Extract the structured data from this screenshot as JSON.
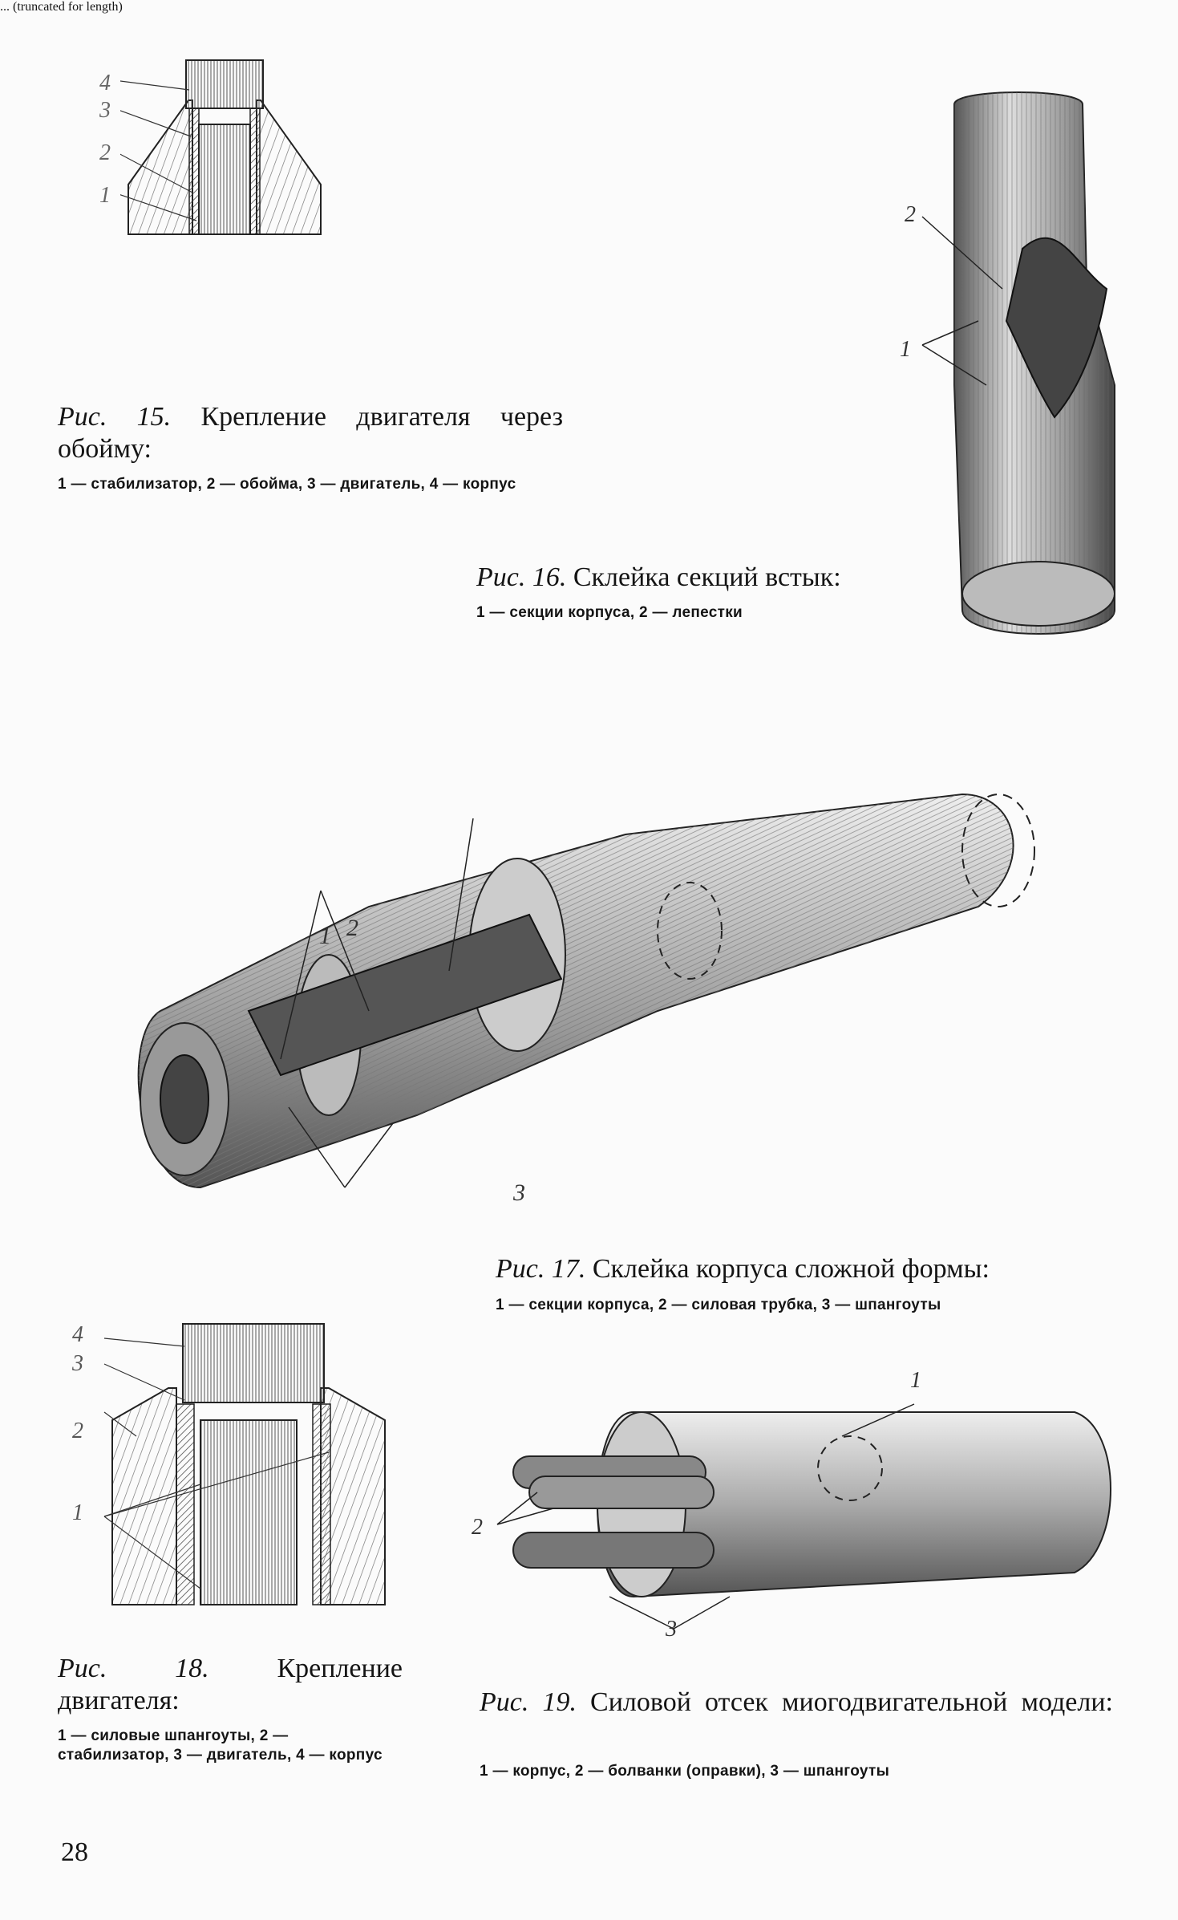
{
  "figures": [
    {
      "id": "fig15",
      "number": "Рис. 15.",
      "title": "Крепление двигателя через обойму:",
      "legend": "1 — стабилизатор, 2 — обойма, 3 — двигатель, 4 — корпус",
      "callouts": [
        "4",
        "3",
        "2",
        "1"
      ]
    },
    {
      "id": "fig16",
      "number": "Рис. 16.",
      "title": "Склейка секций встык:",
      "legend": "1 — секции корпуса, 2 — лепестки",
      "callouts": [
        "2",
        "1"
      ]
    },
    {
      "id": "fig17",
      "number": "Рис. 17.",
      "title": "Склейка корпуса сложной формы:",
      "legend": "1 — секции корпуса, 2 — силовая трубка, 3 — шпангоуты",
      "callouts": [
        "2",
        "1",
        "3"
      ]
    },
    {
      "id": "fig18",
      "number": "Рис. 18.",
      "title": "Крепление двигателя:",
      "legend": "1 — силовые шпангоуты, 2 — стабилизатор, 3 — двигатель, 4 — корпус",
      "callouts": [
        "4",
        "3",
        "2",
        "1"
      ]
    },
    {
      "id": "fig19",
      "number": "Рис. 19.",
      "title": "Силовой отсек миогодвигательной модели:",
      "legend": "1 — корпус, 2 — болванки (оправки), 3 — шпангоуты",
      "callouts": [
        "1",
        "2",
        "3"
      ]
    }
  ],
  "page_number": "28"
}
